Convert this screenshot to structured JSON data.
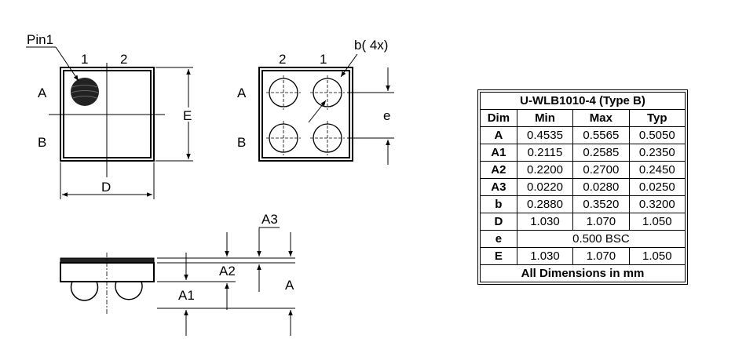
{
  "top_view": {
    "pin1_label": "Pin1",
    "col1": "1",
    "col2": "2",
    "row_a": "A",
    "row_b": "B",
    "dim_e": "E",
    "dim_d": "D"
  },
  "bottom_view": {
    "col2": "2",
    "col1": "1",
    "row_a": "A",
    "row_b": "B",
    "ball_label": "b(  4x)",
    "pitch_label": "e"
  },
  "side_view": {
    "a3": "A3",
    "a2": "A2",
    "a1": "A1",
    "a": "A"
  },
  "table": {
    "title": "U-WLB1010-4 (Type B)",
    "headers": [
      "Dim",
      "Min",
      "Max",
      "Typ"
    ],
    "rows": [
      [
        "A",
        "0.4535",
        "0.5565",
        "0.5050"
      ],
      [
        "A1",
        "0.2115",
        "0.2585",
        "0.2350"
      ],
      [
        "A2",
        "0.2200",
        "0.2700",
        "0.2450"
      ],
      [
        "A3",
        "0.0220",
        "0.0280",
        "0.0250"
      ],
      [
        "b",
        "0.2880",
        "0.3520",
        "0.3200"
      ],
      [
        "D",
        "1.030",
        "1.070",
        "1.050"
      ]
    ],
    "e_row": {
      "dim": "e",
      "value": "0.500 BSC"
    },
    "e2_row": [
      "E",
      "1.030",
      "1.070",
      "1.050"
    ],
    "footer": "All Dimensions in mm"
  }
}
